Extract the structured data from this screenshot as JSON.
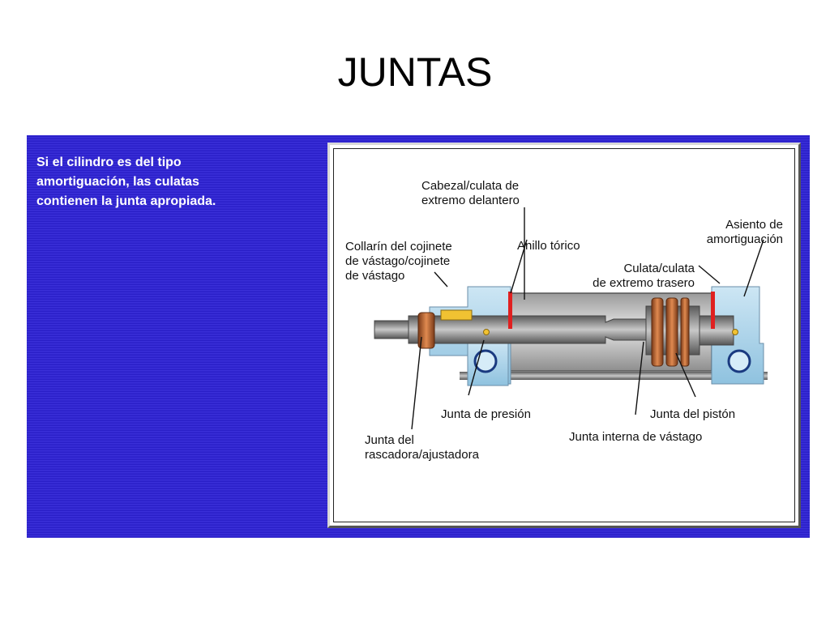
{
  "title": "JUNTAS",
  "intro_lines": [
    "Si el cilindro es del tipo",
    "amortiguación, las culatas",
    "contienen la junta apropiada."
  ],
  "labels": {
    "cabezal": [
      "Cabezal/culata de",
      "extremo delantero"
    ],
    "collarin": [
      "Collarín del cojinete",
      "de vástago/cojinete",
      "de vástago"
    ],
    "anillo": [
      "Anillo tórico"
    ],
    "asiento": [
      "Asiento de",
      "amortiguación"
    ],
    "culata_trasera": [
      "Culata/culata",
      "de extremo trasero"
    ],
    "junta_presion": [
      "Junta de presión"
    ],
    "junta_piston": [
      "Junta del pistón"
    ],
    "junta_rascadora": [
      "Junta del",
      "rascadora/ajustadora"
    ],
    "junta_interna": [
      "Junta interna de vástago"
    ]
  },
  "colors": {
    "panel_blue": "#3326d0",
    "end_cap": "#a9d3ea",
    "barrel": "#c8c8c8",
    "rod": "#8a8a8a",
    "seal_copper": "#c06a3a",
    "bushing_yellow": "#f1c232",
    "oring_red": "#e02020"
  }
}
